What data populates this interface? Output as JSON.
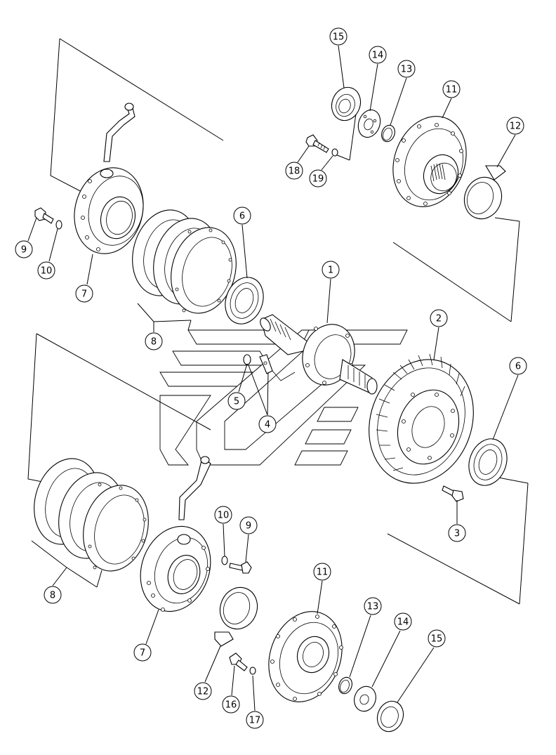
{
  "callouts": [
    {
      "id": "c15a",
      "label": "15"
    },
    {
      "id": "c14a",
      "label": "14"
    },
    {
      "id": "c13a",
      "label": "13"
    },
    {
      "id": "c11a",
      "label": "11"
    },
    {
      "id": "c12a",
      "label": "12"
    },
    {
      "id": "c18",
      "label": "18"
    },
    {
      "id": "c19",
      "label": "19"
    },
    {
      "id": "c9a",
      "label": "9"
    },
    {
      "id": "c10a",
      "label": "10"
    },
    {
      "id": "c7a",
      "label": "7"
    },
    {
      "id": "c6a",
      "label": "6"
    },
    {
      "id": "c1",
      "label": "1"
    },
    {
      "id": "c8a",
      "label": "8"
    },
    {
      "id": "c5",
      "label": "5"
    },
    {
      "id": "c4",
      "label": "4"
    },
    {
      "id": "c2",
      "label": "2"
    },
    {
      "id": "c6b",
      "label": "6"
    },
    {
      "id": "c3",
      "label": "3"
    },
    {
      "id": "c10b",
      "label": "10"
    },
    {
      "id": "c9b",
      "label": "9"
    },
    {
      "id": "c8b",
      "label": "8"
    },
    {
      "id": "c7b",
      "label": "7"
    },
    {
      "id": "c11b",
      "label": "11"
    },
    {
      "id": "c13b",
      "label": "13"
    },
    {
      "id": "c14b",
      "label": "14"
    },
    {
      "id": "c15b",
      "label": "15"
    },
    {
      "id": "c12b",
      "label": "12"
    },
    {
      "id": "c16",
      "label": "16"
    },
    {
      "id": "c17",
      "label": "17"
    }
  ],
  "colors": {
    "line": "#000000",
    "background": "#ffffff"
  }
}
